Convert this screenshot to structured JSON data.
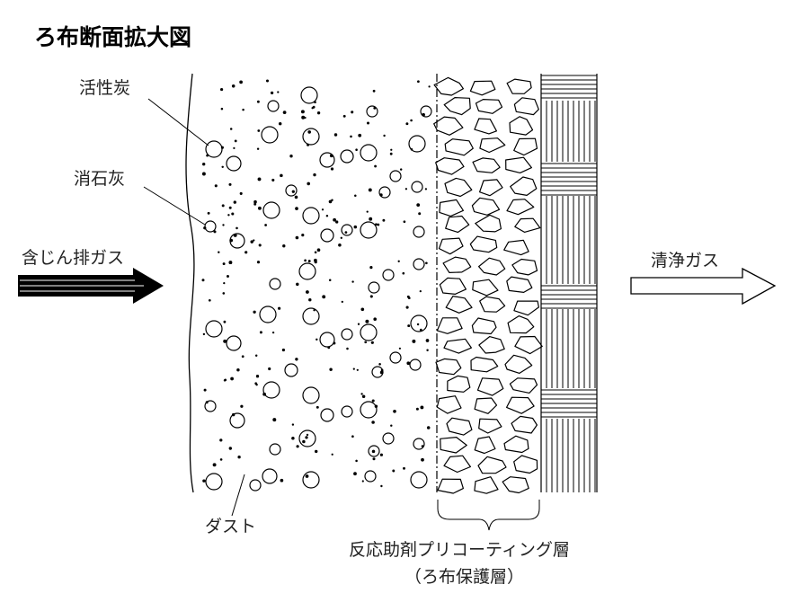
{
  "title": "ろ布断面拡大図",
  "labels": {
    "activated_carbon": "活性炭",
    "slaked_lime": "消石灰",
    "dust": "ダスト",
    "inlet_gas": "含じん排ガス",
    "clean_gas": "清浄ガス",
    "precoat_layer": "反応助剤プリコーティング層",
    "precoat_layer_sub": "（ろ布保護層）"
  }
}
